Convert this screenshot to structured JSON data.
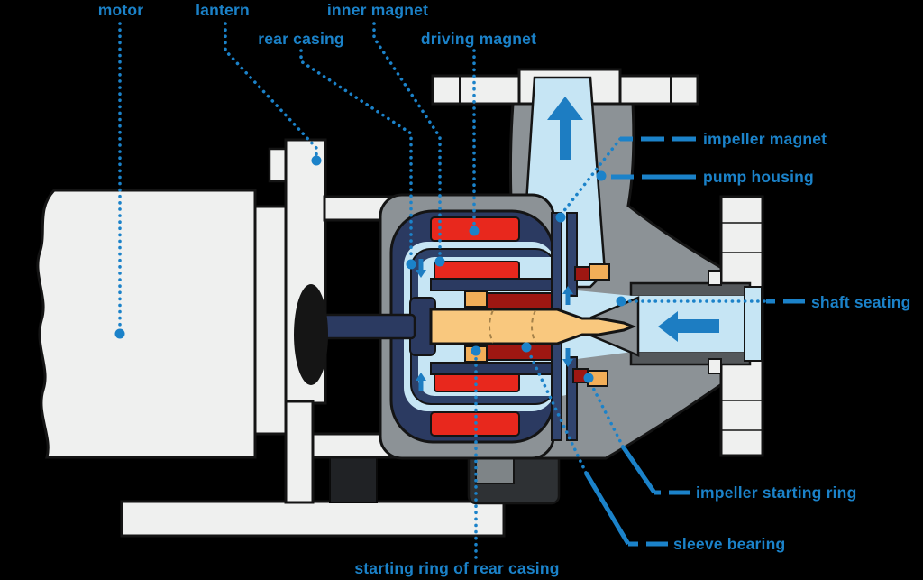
{
  "diagram": {
    "type": "cutaway-technical-diagram",
    "subject": "magnetic drive centrifugal pump cross-section",
    "background_color": "#000000",
    "colors": {
      "label_blue": "#1b82c9",
      "arrow_blue": "#1d7dc2",
      "fluid_light_blue": "#c6e5f4",
      "housing_gray": "#8c9296",
      "pipe_wall_dark_gray": "#54585b",
      "metal_white": "#eff0ef",
      "navy_blue": "#2b3a61",
      "rear_casing_navy": "#2e4169",
      "magnet_red": "#e8281d",
      "bearing_dark_red": "#9e1712",
      "shaft_orange": "#f9c87e",
      "starting_ring_orange": "#f2ae58",
      "outline_black": "#141414"
    },
    "labels": [
      {
        "id": "motor",
        "text": "motor"
      },
      {
        "id": "lantern",
        "text": "lantern"
      },
      {
        "id": "rear-casing",
        "text": "rear casing"
      },
      {
        "id": "inner-magnet",
        "text": "inner magnet"
      },
      {
        "id": "driving-magnet",
        "text": "driving magnet"
      },
      {
        "id": "impeller-magnet",
        "text": "impeller magnet"
      },
      {
        "id": "pump-housing",
        "text": "pump housing"
      },
      {
        "id": "shaft-seating",
        "text": "shaft seating"
      },
      {
        "id": "impeller-starting-ring",
        "text": "impeller starting ring"
      },
      {
        "id": "sleeve-bearing",
        "text": "sleeve bearing"
      },
      {
        "id": "starting-ring-of-rear-casing",
        "text": "starting ring of rear casing"
      }
    ],
    "flow_arrows": [
      "outlet-flow-up-arrow",
      "inlet-flow-left-arrow",
      "circulation-down-arrow-left",
      "circulation-up-arrow-left",
      "circulation-up-arrow-right",
      "circulation-down-arrow-right"
    ]
  }
}
